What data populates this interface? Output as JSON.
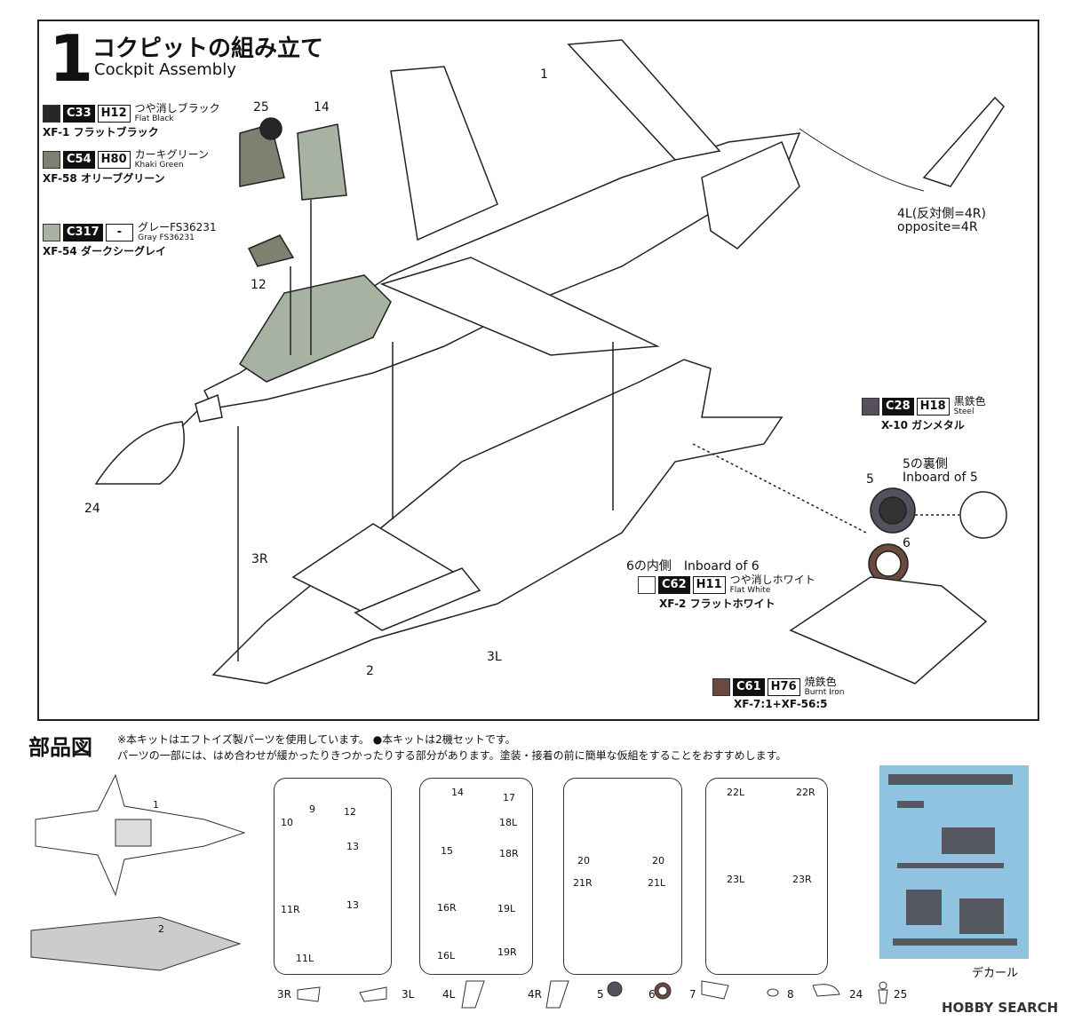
{
  "step": {
    "number": "1",
    "title_ja": "コクピットの組み立て",
    "title_en": "Cockpit Assembly"
  },
  "paints": [
    {
      "code": "C33",
      "hcode": "H12",
      "name_ja": "つや消しブラック",
      "name_en": "Flat Black",
      "xf": "XF-1 フラットブラック",
      "color": "#262626"
    },
    {
      "code": "C54",
      "hcode": "H80",
      "name_ja": "カーキグリーン",
      "name_en": "Khaki Green",
      "xf": "XF-58 オリーブグリーン",
      "color": "#7d8270"
    },
    {
      "code": "C317",
      "hcode": "-",
      "name_ja": "グレーFS36231",
      "name_en": "Gray FS36231",
      "xf": "XF-54 ダークシーグレイ",
      "color": "#a8b2a2"
    },
    {
      "code": "C28",
      "hcode": "H18",
      "name_ja": "黒鉄色",
      "name_en": "Steel",
      "xf": "X-10 ガンメタル",
      "color": "#56505c"
    },
    {
      "code": "C62",
      "hcode": "H11",
      "name_ja": "つや消しホワイト",
      "name_en": "Flat White",
      "xf": "XF-2 フラットホワイト",
      "color": "#ffffff"
    },
    {
      "code": "C61",
      "hcode": "H76",
      "name_ja": "焼鉄色",
      "name_en": "Burnt Iron",
      "xf": "XF-7:1+XF-56:5",
      "color": "#6a4a40"
    }
  ],
  "labels": {
    "p1": "1",
    "p25": "25",
    "p14": "14",
    "p12": "12",
    "p24": "24",
    "p3R": "3R",
    "p2": "2",
    "p3L": "3L",
    "p4L": "4L(反対側=4R)",
    "p4L_en": "opposite=4R",
    "p5": "5",
    "p6": "6",
    "inboard5_ja": "5の裏側",
    "inboard5_en": "Inboard of 5",
    "inboard6": "6の内側　Inboard of 6"
  },
  "parts": {
    "title": "部品図",
    "note1": "※本キットはエフトイズ製パーツを使用しています。 ●本キットは2機セットです。",
    "note2": "パーツの一部には、はめ合わせが緩かったりきつかったりする部分があります。塗装・接着の前に簡単な仮組をすることをおすすめします。",
    "airframe1": "1",
    "airframe2": "2",
    "sprue1": [
      "9",
      "10",
      "11R",
      "11L",
      "12",
      "13",
      "13"
    ],
    "sprue2": [
      "14",
      "15",
      "16R",
      "16L",
      "17",
      "18L",
      "18R",
      "19L",
      "19R"
    ],
    "sprue3": [
      "20",
      "20",
      "21R",
      "21L"
    ],
    "sprue4": [
      "22L",
      "22R",
      "23L",
      "23R"
    ],
    "decal_label": "デカール",
    "bottom_row": [
      "3R",
      "3L",
      "4L",
      "4R",
      "5",
      "6",
      "7",
      "8",
      "24",
      "25"
    ],
    "watermark": "HOBBY SEARCH"
  }
}
